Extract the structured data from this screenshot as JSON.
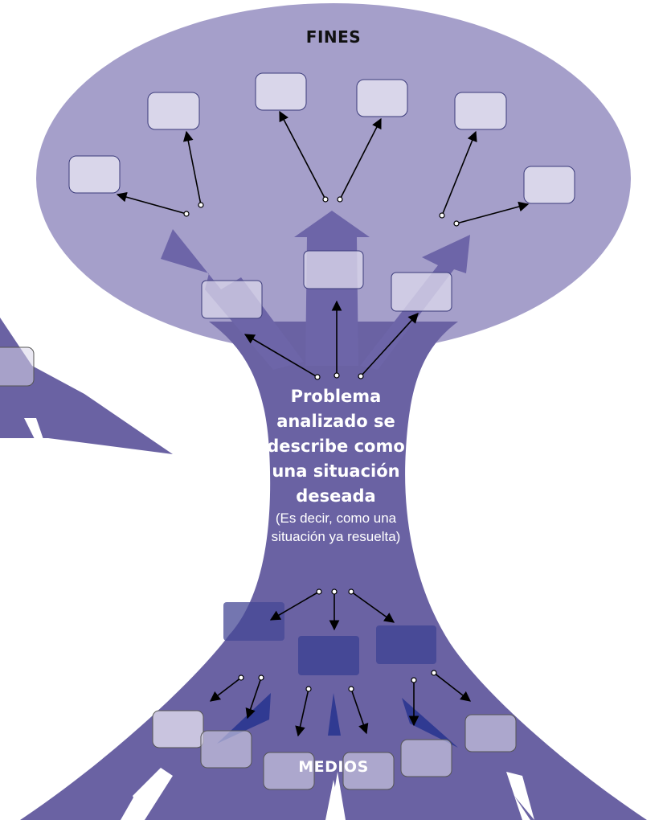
{
  "diagram": {
    "top_label": "FINES",
    "bottom_label": "MEDIOS",
    "center_title": "Problema analizado se describe como una situación deseada",
    "center_subtitle": "(Es decir, como una situación ya resuelta)"
  },
  "colors": {
    "crown": "#a59fca",
    "trunk": "#6a62a3",
    "arrow": "#6d65a8",
    "light_box": "#d9d6ea",
    "dark_box": "#454896",
    "text": "#111111"
  }
}
